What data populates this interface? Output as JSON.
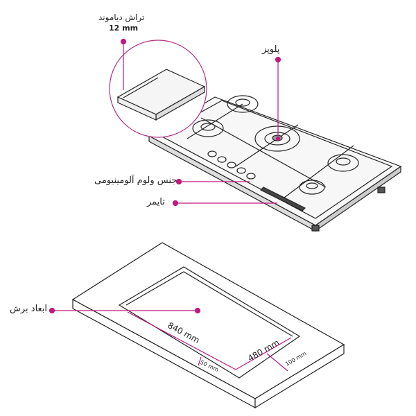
{
  "labels": {
    "diamond_cut": "تراش دیاموند",
    "diamond_cut_size": "12 mm",
    "wok_burner": "پلوپز",
    "knob_material": "جنس ولوم آلومینیومی",
    "timer": "تایمر",
    "cutout": "ابعاد برش"
  },
  "dimensions": {
    "length": "840 mm",
    "width": "480 mm",
    "side_margin": "50 mm",
    "back_margin": "100 mm"
  },
  "colors": {
    "accent": "#c2187f",
    "line": "#222222"
  }
}
